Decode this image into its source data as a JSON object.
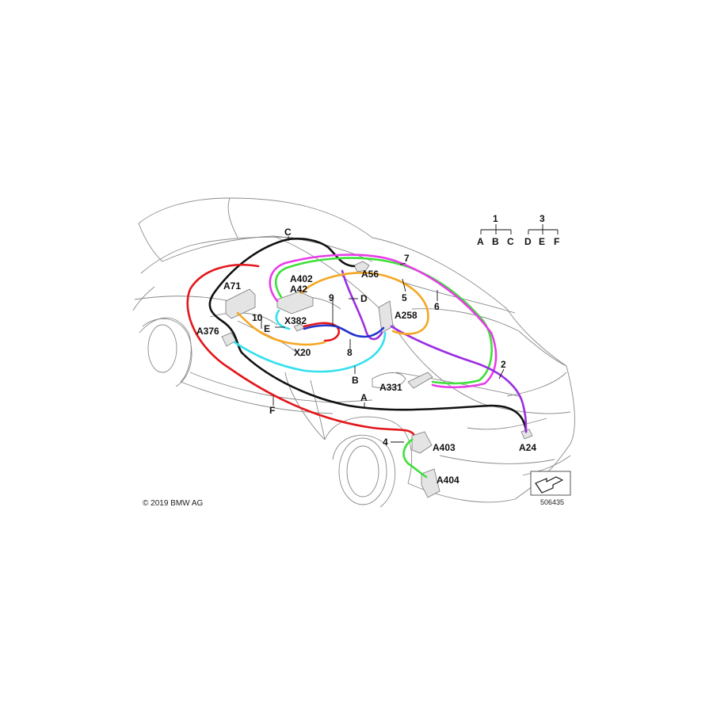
{
  "copyright": "© 2019 BMW AG",
  "diagram_number": "506435",
  "legend": {
    "group1": {
      "parent": "1",
      "children": [
        "A",
        "B",
        "C"
      ]
    },
    "group3": {
      "parent": "3",
      "children": [
        "D",
        "E",
        "F"
      ]
    }
  },
  "labels": {
    "A71": "A71",
    "A402": "A402",
    "A42": "A42",
    "A56": "A56",
    "A376": "A376",
    "X382": "X382",
    "X20": "X20",
    "A258": "A258",
    "A331": "A331",
    "A24": "A24",
    "A403": "A403",
    "A404": "A404",
    "n2": "2",
    "n4": "4",
    "n5": "5",
    "n6": "6",
    "n7": "7",
    "n8": "8",
    "n9": "9",
    "n10": "10",
    "A": "A",
    "B": "B",
    "C": "C",
    "D": "D",
    "E": "E",
    "F": "F"
  },
  "wire_colors": {
    "black": "#111111",
    "red": "#e3161b",
    "green": "#3ee03a",
    "magenta": "#e83ce8",
    "purple": "#9b2fe0",
    "orange": "#f5a623",
    "cyan": "#33e0ee",
    "blue": "#2233cc"
  }
}
